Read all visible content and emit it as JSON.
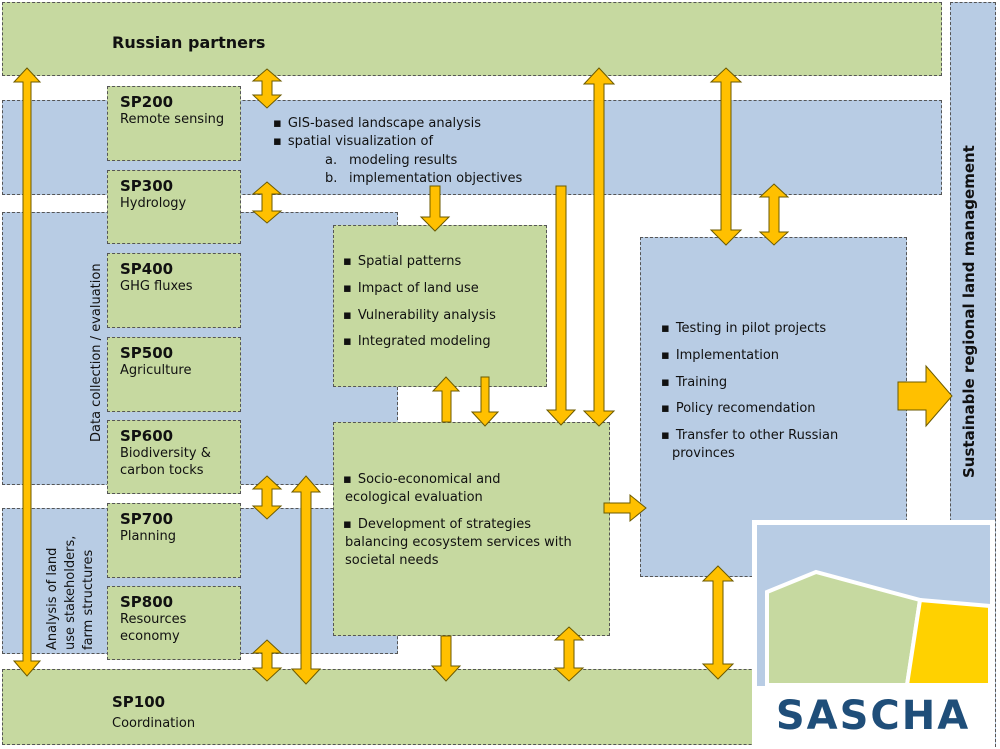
{
  "colors": {
    "green": "#c6d9a0",
    "blue": "#b8cce4",
    "arrow": "#ffc000",
    "arrow_stroke": "#6b5a00",
    "logo_blue": "#1f4e79"
  },
  "russian_partners": "Russian partners",
  "side_label": "Sustainable regional land management",
  "sp": [
    {
      "code": "SP200",
      "name": "Remote sensing"
    },
    {
      "code": "SP300",
      "name": "Hydrology"
    },
    {
      "code": "SP400",
      "name": "GHG fluxes"
    },
    {
      "code": "SP500",
      "name": "Agriculture"
    },
    {
      "code": "SP600",
      "name": "Biodiversity &",
      "name2": "carbon tocks"
    },
    {
      "code": "SP700",
      "name": "Planning"
    },
    {
      "code": "SP800",
      "name": "Resources",
      "name2": "economy"
    }
  ],
  "coordination": {
    "code": "SP100",
    "name": "Coordination"
  },
  "gis": {
    "bullet1": "GIS-based landscape analysis",
    "bullet2": "spatial visualization of",
    "sub_a_mark": "a.",
    "sub_a": "modeling results",
    "sub_b_mark": "b.",
    "sub_b": "implementation objectives"
  },
  "data_collection_label": "Data collection / evaluation",
  "analysis_label": [
    "Analysis of land",
    "use stakeholders,",
    "farm structures"
  ],
  "spatial": [
    "Spatial patterns",
    "Impact of land use",
    "Vulnerability analysis",
    "Integrated modeling"
  ],
  "socio": {
    "item1_line1": "Socio-economical and",
    "item1_line2": "ecological evaluation",
    "item2_line1": "Development of strategies",
    "item2_line2": "balancing ecosystem services with",
    "item2_line3": "societal needs"
  },
  "testing": [
    "Testing in pilot projects",
    "Implementation",
    "Training",
    "Policy recomendation",
    "Transfer to other Russian"
  ],
  "testing_cont": "provinces",
  "logo_text": "SASCHA"
}
